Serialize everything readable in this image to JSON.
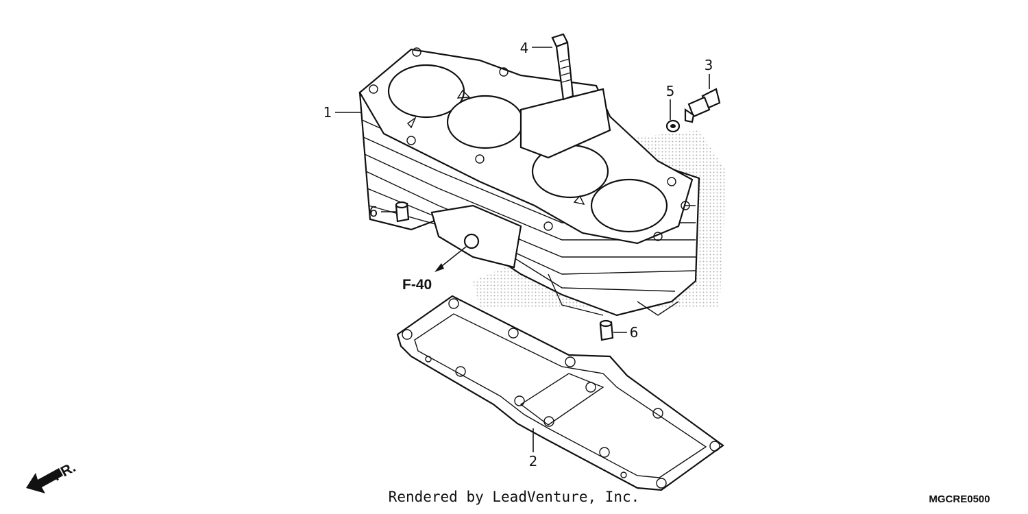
{
  "callouts": {
    "cylinder": "1",
    "gasket": "2",
    "sensor": "3",
    "bolt": "4",
    "washer": "5",
    "dowel_left": "6",
    "dowel_right": "6"
  },
  "reference_label": "F-40",
  "front_label": "FR.",
  "credit": "Rendered by LeadVenture, Inc.",
  "diagram_code": "MGCRE0500"
}
